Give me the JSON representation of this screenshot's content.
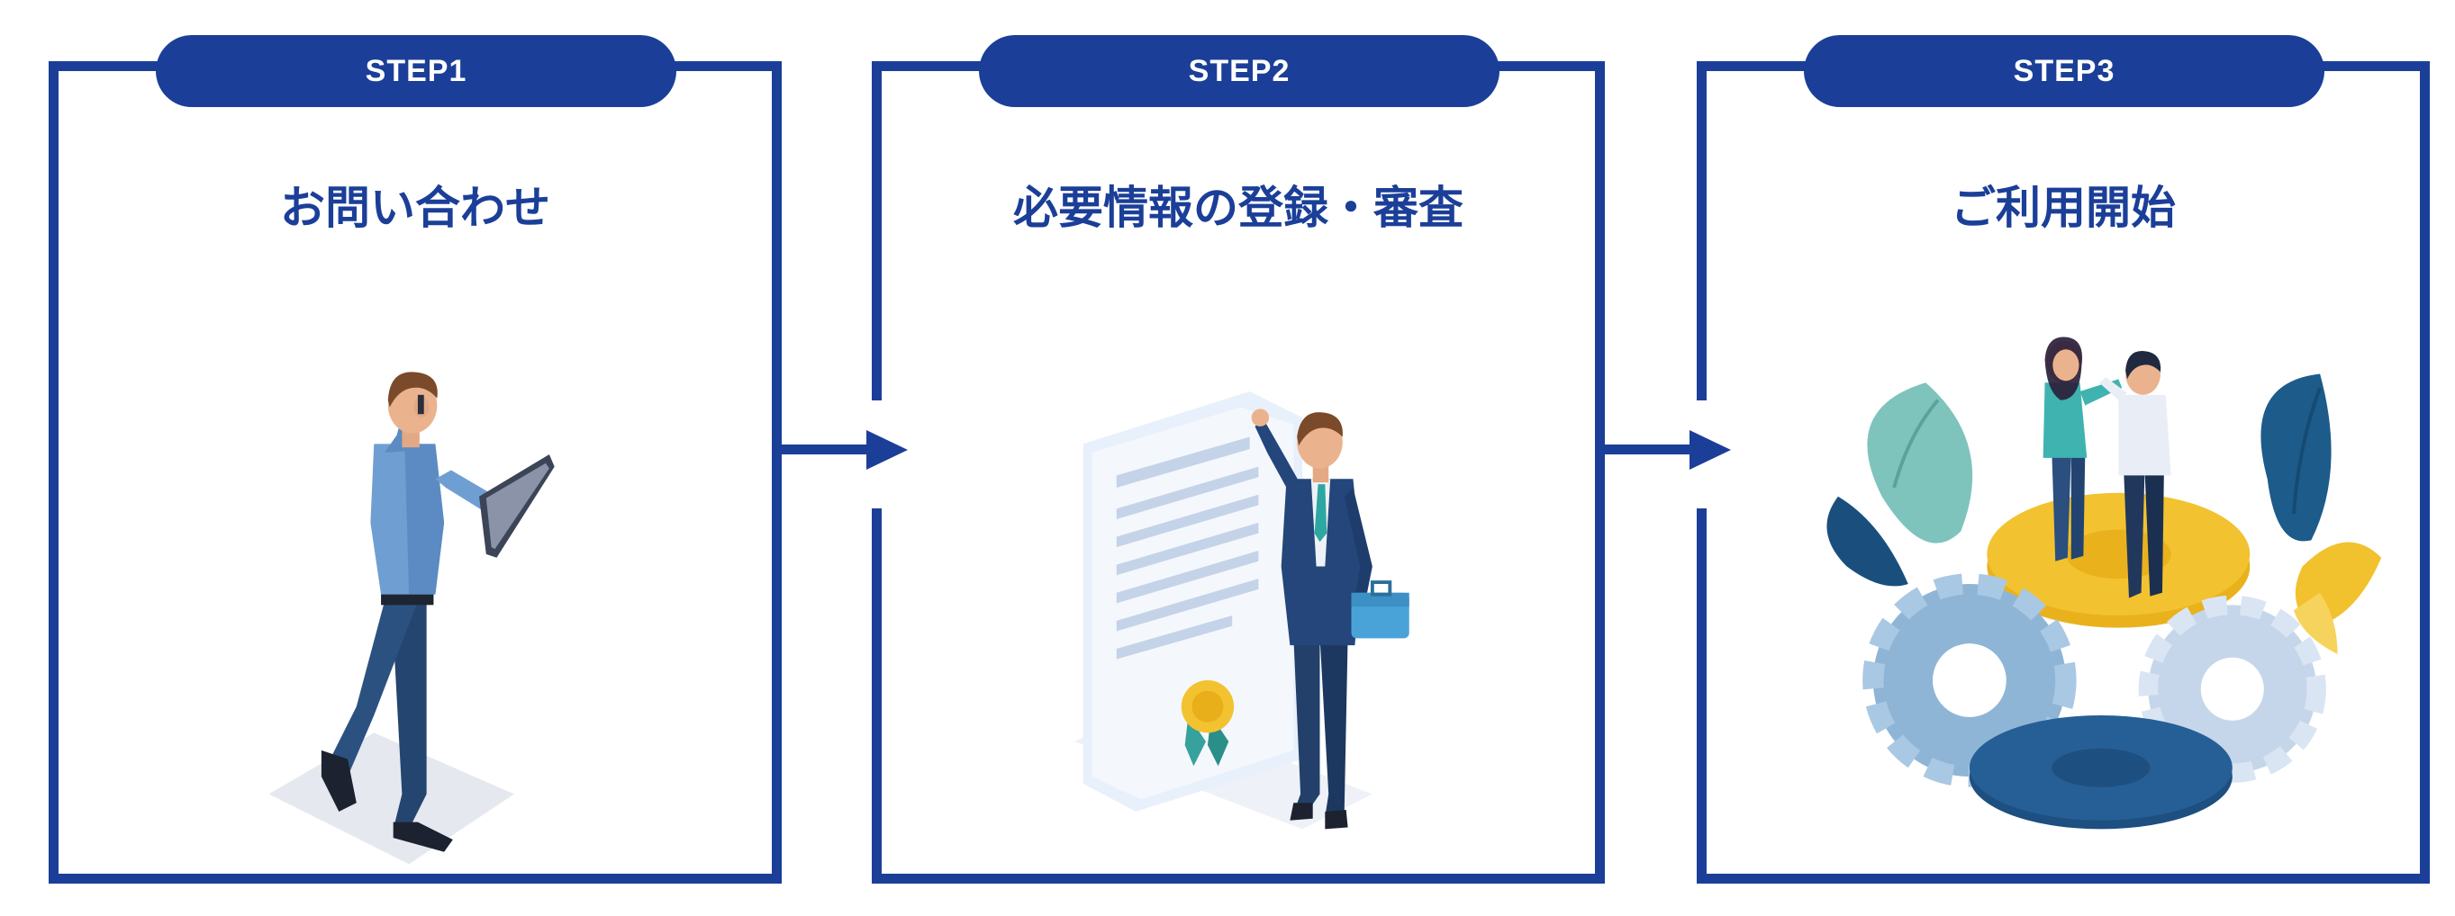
{
  "steps": [
    {
      "label": "STEP1",
      "title": "お問い合わせ",
      "illustration": "person-on-phone-with-tablet-icon"
    },
    {
      "label": "STEP2",
      "title": "必要情報の登録・審査",
      "illustration": "businessman-with-certificate-icon"
    },
    {
      "label": "STEP3",
      "title": "ご利用開始",
      "illustration": "people-on-gears-icon"
    }
  ],
  "colors": {
    "primary": "#1b3f98",
    "background": "#ffffff"
  }
}
